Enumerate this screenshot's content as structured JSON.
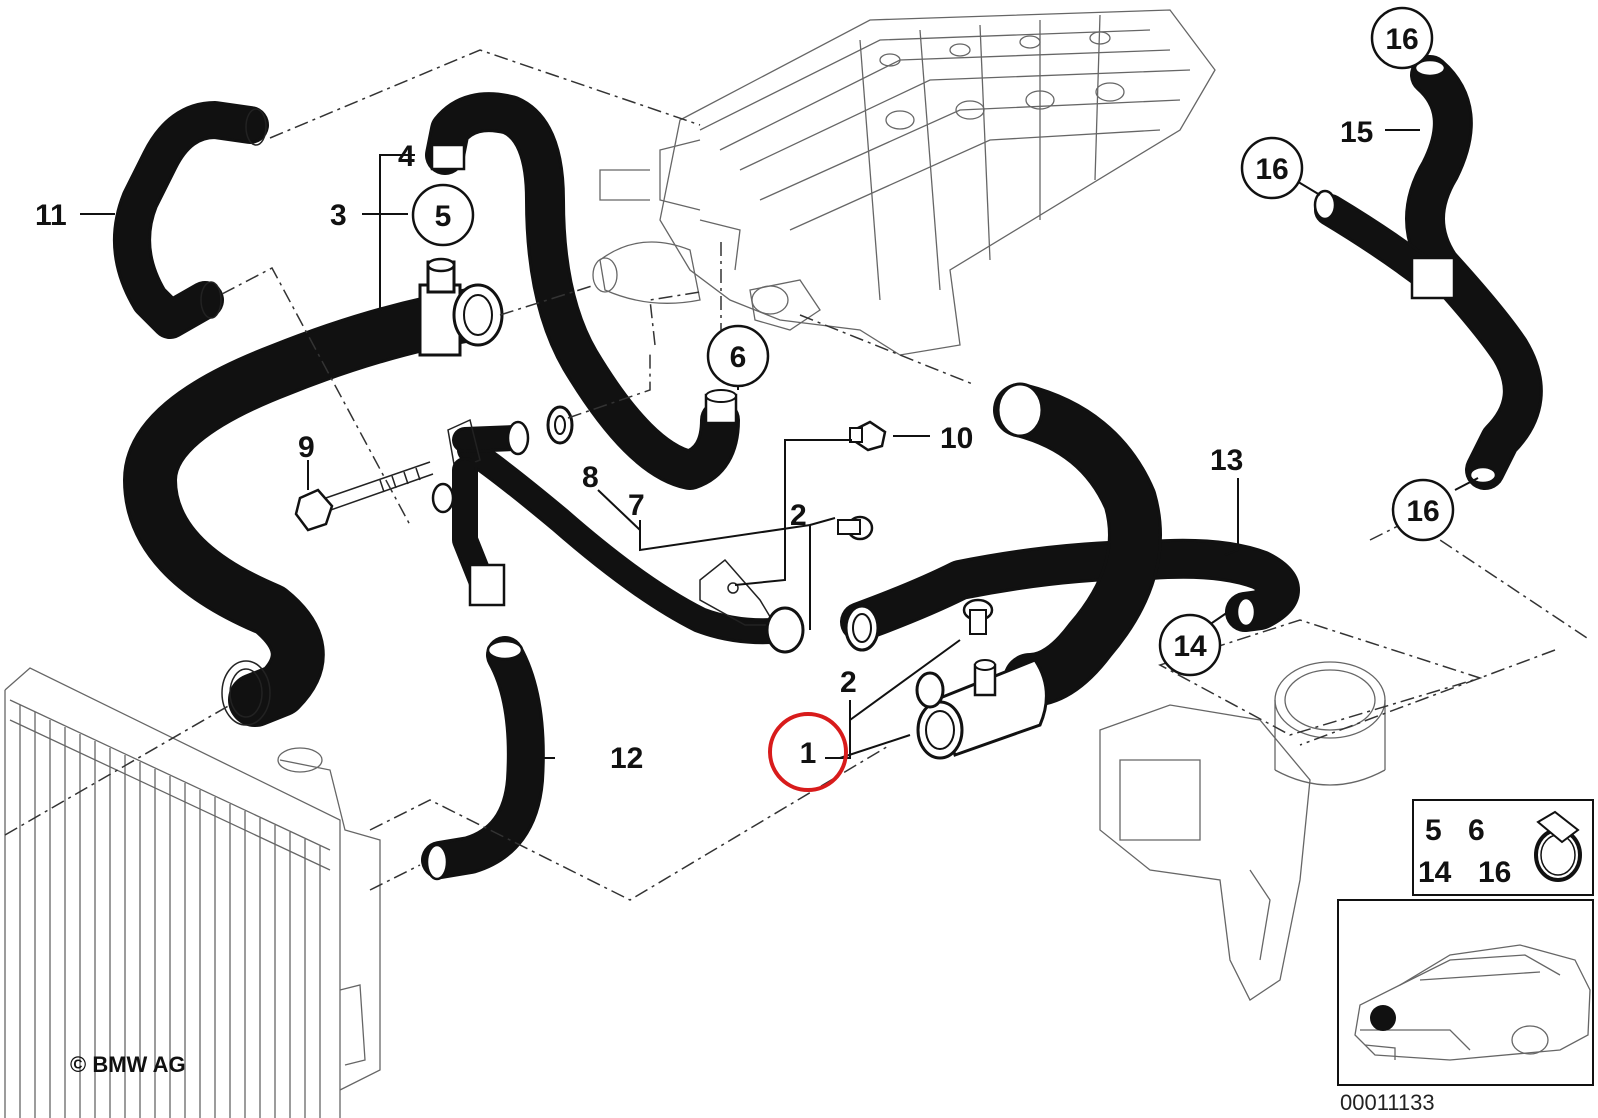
{
  "diagram": {
    "labels": {
      "l1": "1",
      "l2a": "2",
      "l2b": "2",
      "l3": "3",
      "l4": "4",
      "l5": "5",
      "l6": "6",
      "l7": "7",
      "l8": "8",
      "l9": "9",
      "l10": "10",
      "l11": "11",
      "l12": "12",
      "l13": "13",
      "l14": "14",
      "l15": "15",
      "l16a": "16",
      "l16b": "16",
      "l16c": "16"
    },
    "inset_clamp": {
      "a": "5",
      "b": "6",
      "c": "14",
      "d": "16"
    },
    "copyright": "© BMW AG",
    "doc_number": "00011133",
    "highlight_color": "#d81b1b"
  }
}
